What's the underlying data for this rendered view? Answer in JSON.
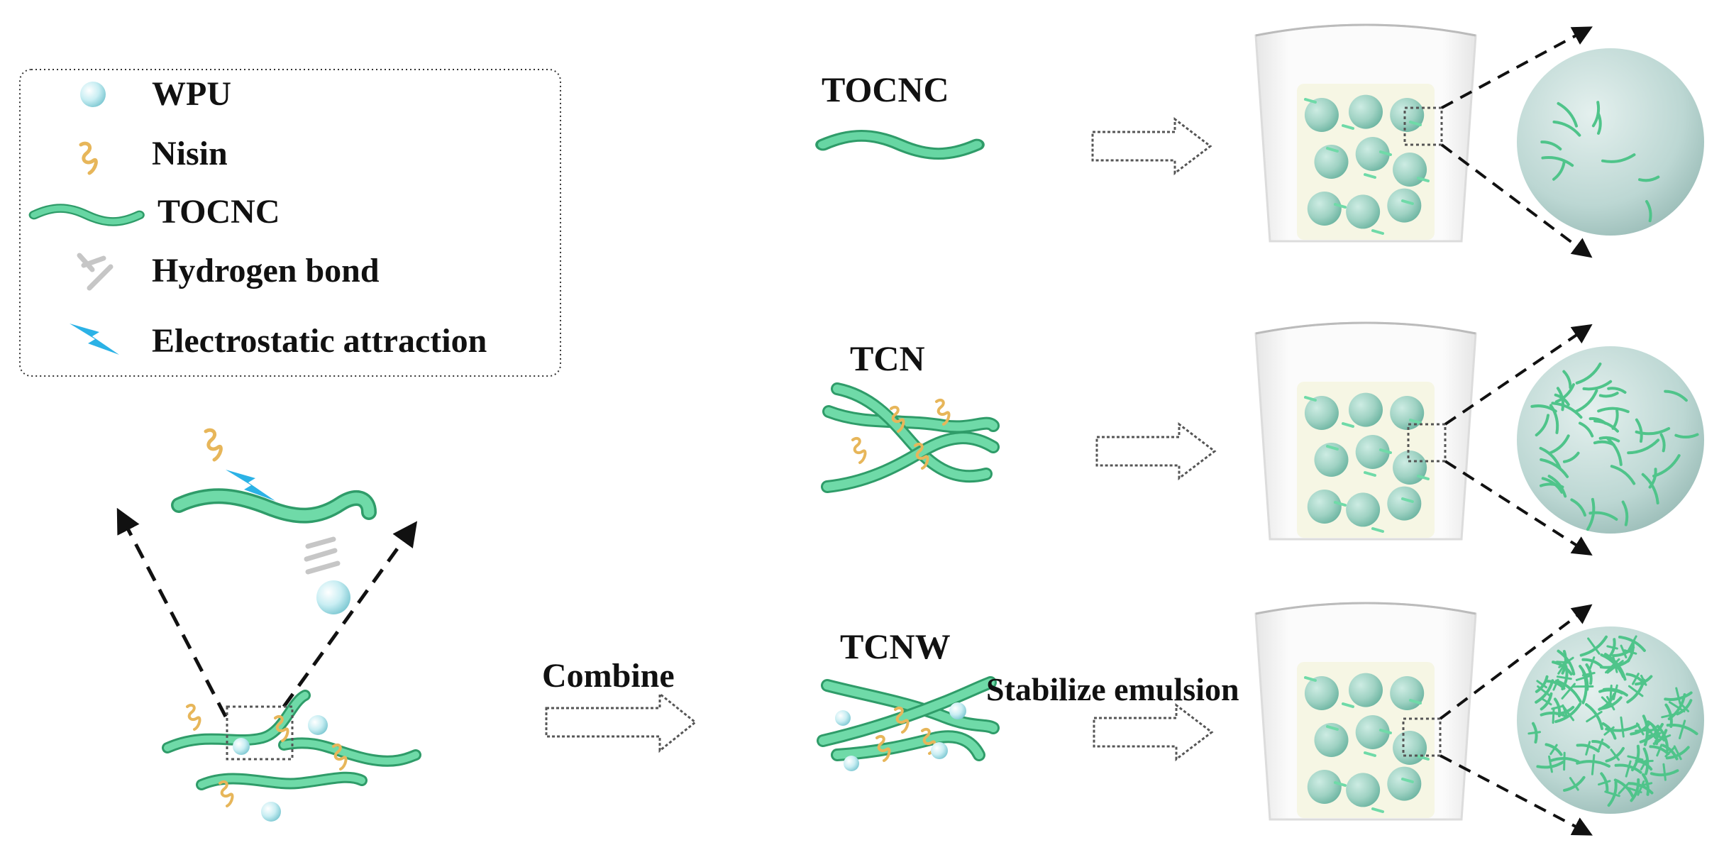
{
  "legend": {
    "items": [
      {
        "label": "WPU",
        "icon": "wpu-sphere-icon"
      },
      {
        "label": "Nisin",
        "icon": "nisin-squiggle-icon"
      },
      {
        "label": "TOCNC",
        "icon": "tocnc-fiber-icon"
      },
      {
        "label": "Hydrogen bond",
        "icon": "hydrogen-bond-icon"
      },
      {
        "label": "Electrostatic attraction",
        "icon": "lightning-icon"
      }
    ]
  },
  "rows": {
    "tocnc": {
      "label": "TOCNC"
    },
    "tcn": {
      "label": "TCN"
    },
    "tcnw": {
      "label": "TCNW"
    }
  },
  "combine_label": "Combine",
  "stabilize_label": "Stabilize emulsion",
  "colors": {
    "fiber": "#5fcf9a",
    "fiber_dark": "#2f9c69",
    "nisin": "#e7b65a",
    "wpu": "#bfe9ee",
    "hbond": "#bdbdbd",
    "electrostatic": "#2bb2e6",
    "droplet": "#9fcfc2",
    "beaker_liquid": "#f7f7e8"
  }
}
